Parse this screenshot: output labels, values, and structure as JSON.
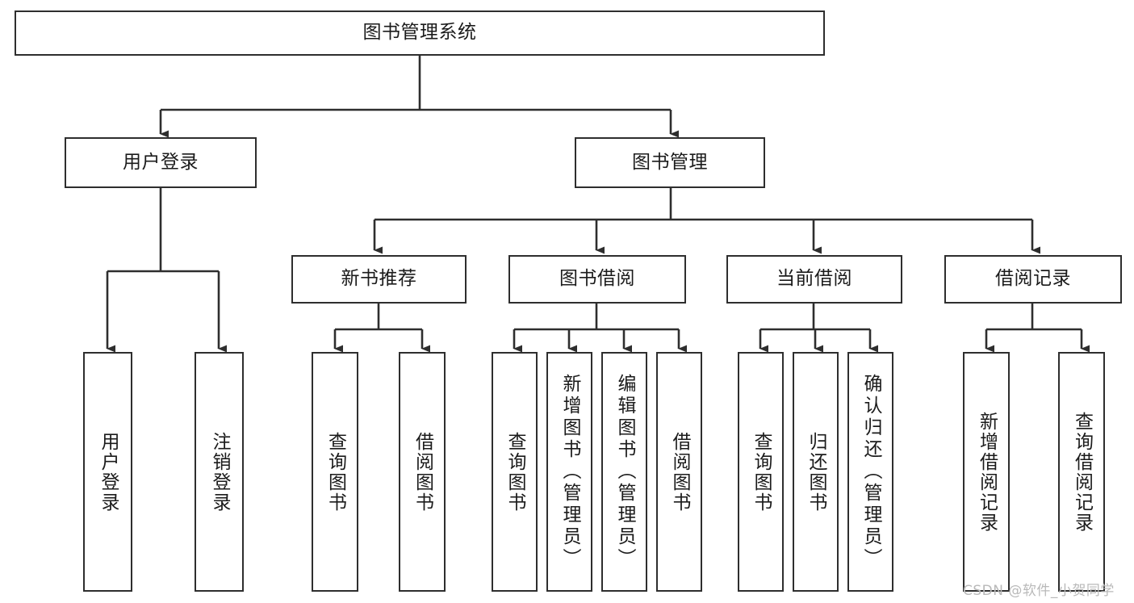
{
  "diagram": {
    "type": "hierarchy-tree",
    "title": "图书管理系统",
    "orientation": "top-down",
    "colors": {
      "stroke": "#2e2e2e",
      "fill": "#ffffff",
      "text": "#1b1b1b",
      "watermark": "#b9b9b9"
    },
    "watermark": "CSDN @软件_小贺同学"
  },
  "nodes": {
    "root": {
      "label": "图书管理系统"
    },
    "level1": [
      {
        "id": "user-login",
        "label": "用户登录"
      },
      {
        "id": "book-management",
        "label": "图书管理"
      }
    ],
    "level2": [
      {
        "id": "new-book-recommend",
        "label": "新书推荐"
      },
      {
        "id": "book-borrow",
        "label": "图书借阅"
      },
      {
        "id": "current-borrow",
        "label": "当前借阅"
      },
      {
        "id": "borrow-record",
        "label": "借阅记录"
      }
    ],
    "leaves": {
      "user-login": [
        {
          "id": "leaf-user-login",
          "label": "用户登录"
        },
        {
          "id": "leaf-logout-login",
          "label": "注销登录"
        }
      ],
      "new-book-recommend": [
        {
          "id": "leaf-query-book-1",
          "label": "查询图书"
        },
        {
          "id": "leaf-borrow-book-1",
          "label": "借阅图书"
        }
      ],
      "book-borrow": [
        {
          "id": "leaf-query-book-2",
          "label": "查询图书"
        },
        {
          "id": "leaf-add-book",
          "label": "新增图书（管理员）"
        },
        {
          "id": "leaf-edit-book",
          "label": "编辑图书（管理员）"
        },
        {
          "id": "leaf-borrow-book-2",
          "label": "借阅图书"
        }
      ],
      "current-borrow": [
        {
          "id": "leaf-query-book-3",
          "label": "查询图书"
        },
        {
          "id": "leaf-return-book",
          "label": "归还图书"
        },
        {
          "id": "leaf-confirm-return",
          "label": "确认归还（管理员）"
        }
      ],
      "borrow-record": [
        {
          "id": "leaf-add-record",
          "label": "新增借阅记录"
        },
        {
          "id": "leaf-query-record",
          "label": "查询借阅记录"
        }
      ]
    }
  }
}
